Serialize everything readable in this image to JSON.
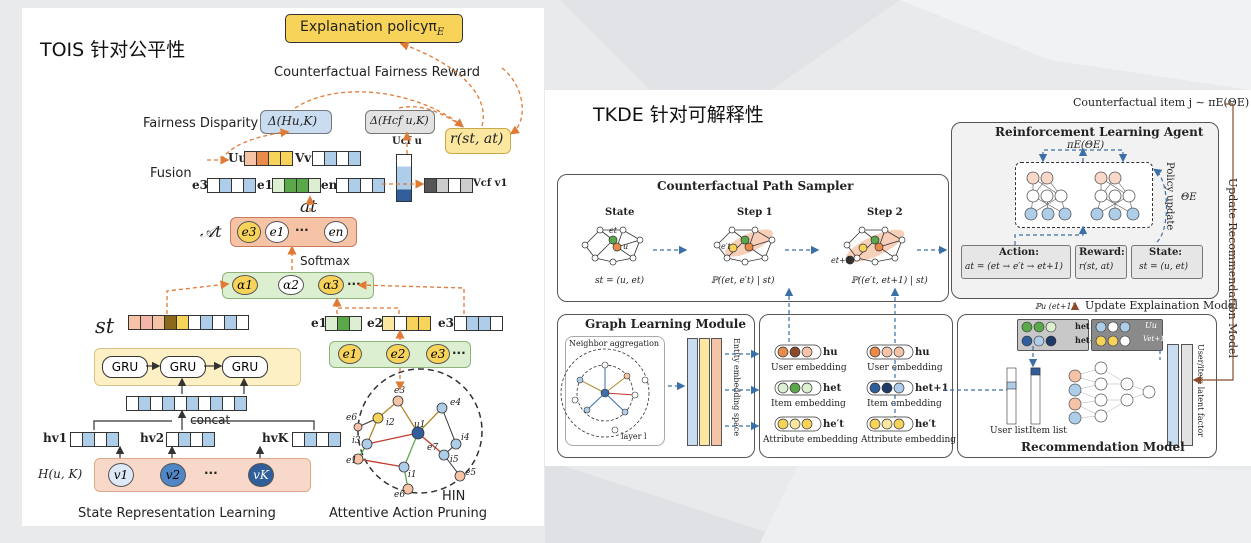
{
  "left": {
    "heading": "TOIS 针对公平性",
    "explanation_policy": "Explanation policyπ",
    "explanation_policy_sub": "E",
    "cf_fairness_reward": "Counterfactual Fairness Reward",
    "fairness_disparity": "Fairness Disparity",
    "delta_h": "Δ(Hu,K)",
    "delta_h_cf": "Δ(Hcf u,K)",
    "reward": "r(st, at)",
    "fusion": "Fusion",
    "u_label": "Uu",
    "v_label": "Vv1",
    "u_cf": "Ucf u",
    "v_cf": "Vcf v1",
    "e3": "e3",
    "e1": "e1",
    "en": "en",
    "at": "at",
    "At": "𝒜t",
    "action_nodes": [
      "e3",
      "e1",
      "···",
      "en"
    ],
    "softmax": "Softmax",
    "alphas": [
      "α1",
      "α2",
      "α3",
      "···"
    ],
    "st": "st",
    "e1b": "e1",
    "e2b": "e2",
    "e3b": "e3",
    "pruned_nodes": [
      "e1",
      "e2",
      "e3",
      "···"
    ],
    "gru": [
      "GRU",
      "GRU",
      "GRU"
    ],
    "concat": "concat",
    "h_v1": "hv1",
    "h_v2": "hv2",
    "h_vK": "hvK",
    "huk": "H(u, K)",
    "item_nodes": [
      "v1",
      "v2",
      "···",
      "vK"
    ],
    "hin": "HIN",
    "hin_nodes": [
      "e3",
      "e4",
      "e6",
      "i2",
      "i3",
      "u1",
      "e7",
      "i4",
      "i5",
      "e5",
      "e1",
      "i1",
      "e6"
    ],
    "caption_state": "State Representation Learning",
    "caption_action": "Attentive Action Pruning"
  },
  "right": {
    "heading": "TKDE 针对可解释性",
    "cf_item": "Counterfactual item j ∼ πE(ΘE)",
    "update_rec_model": "Update Recommendation Model",
    "rl_agent": "Reinforcement Learning Agent",
    "pi_e": "πE(ΘE)",
    "policy_update": "Policy update",
    "theta_e": "ΘE",
    "action_t": "Action:",
    "action_f": "at = (et → e′t → et+1)",
    "reward_t": "Reward:",
    "reward_f": "r(st, at)",
    "state_t": "State:",
    "state_f": "st = (u, et)",
    "sampler": "Counterfactual Path Sampler",
    "state": "State",
    "step1": "Step 1",
    "step2": "Step 2",
    "s_eq": "st = (u, et)",
    "p1": "ℙ((et, e′t) | st)",
    "p2": "ℙ((e′t, et+1) | st)",
    "pu": "ℙu (et+1)",
    "update_expl": "Update Explaination Model",
    "glm": "Graph Learning Module",
    "neighbor": "Neighbor aggregation",
    "layer": "layer l",
    "entity_space": "Entity embedding space",
    "hu": "hu",
    "het": "het",
    "het1": "het+1",
    "hetp": "he′t",
    "uu": "Uu",
    "vet1": "Vet+1",
    "user_emb": "User embedding",
    "item_emb": "Item embedding",
    "attr_emb": "Attribute embedding",
    "user_list": "User list",
    "item_list": "Item list",
    "latent": "User/item latent factor",
    "rec_model": "Recommendation Model",
    "graph_nodes": [
      "et",
      "u",
      "e′t",
      "et+1"
    ]
  },
  "colors": {
    "yellow": "#f7d35a",
    "blue": "#4f86c6",
    "lightblue": "#aecde8",
    "green": "#5aa84a",
    "lightgreen": "#dcefd0",
    "orange": "#e88a4a",
    "peach": "#f6c3a7",
    "pink": "#f4b6a8",
    "gray": "#8a8a8a"
  }
}
